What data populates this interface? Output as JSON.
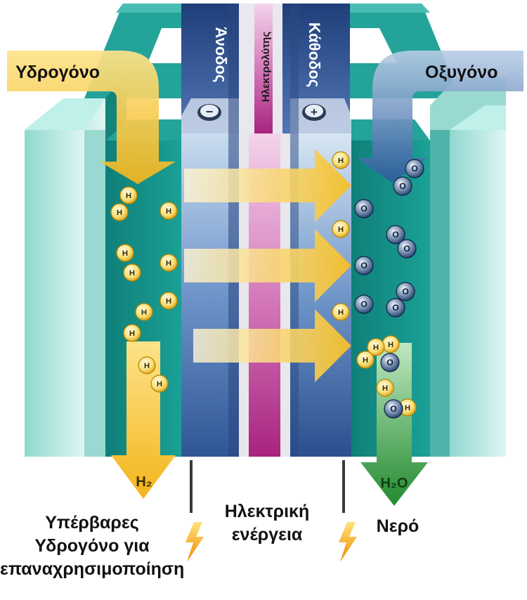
{
  "labels": {
    "hydrogen_in": "Υδρογόνο",
    "oxygen_in": "Οξυγόνο",
    "anode": "Άνοδος",
    "electrolyte": "Ηλεκτρολύτης",
    "cathode": "Κάθοδος",
    "h2": "H₂",
    "h2o": "H₂O",
    "excess_line1": "Υπέρβαρες",
    "excess_line2": "Υδρογόνο για",
    "excess_line3": "επαναχρησιμοποίηση",
    "electric_line1": "Ηλεκτρική",
    "electric_line2": "ενέργεια",
    "water": "Νερό",
    "anode_sign": "−",
    "cathode_sign": "+"
  },
  "particles": {
    "hydrogen_symbol": "H",
    "oxygen_symbol": "O"
  },
  "colors": {
    "teal_frame": "#1f9e94",
    "teal_light": "#bfe9e4",
    "hydrogen_arrow": "#f7c531",
    "oxygen_arrow": "#3a6aa8",
    "electrolyte": "#c94aa0",
    "water_arrow": "#2e9a3a"
  }
}
